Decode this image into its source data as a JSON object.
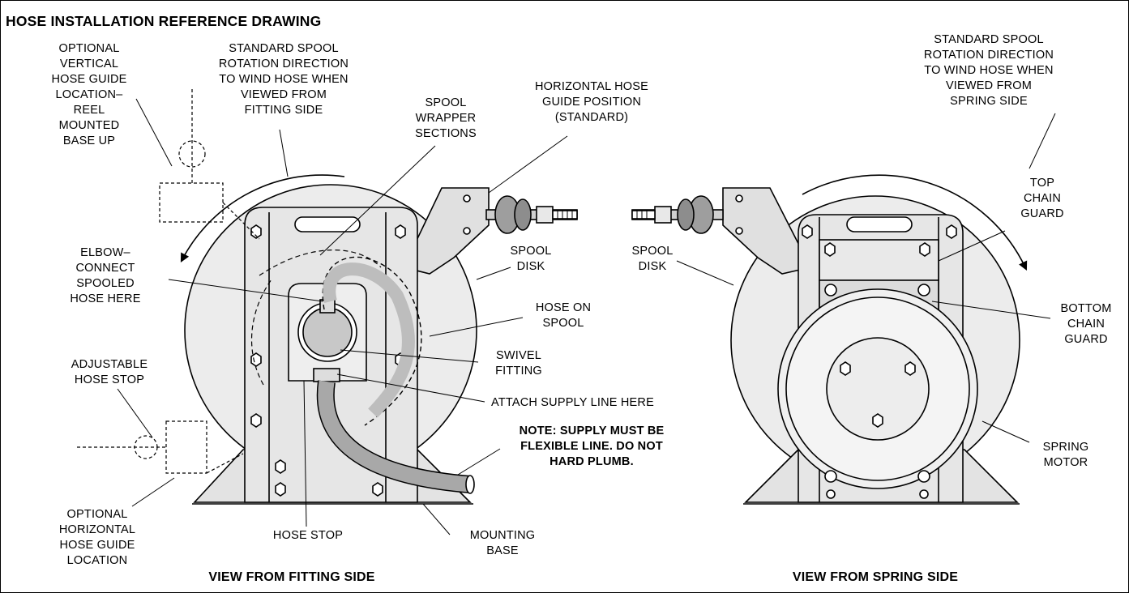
{
  "title": "HOSE INSTALLATION REFERENCE DRAWING",
  "colors": {
    "part_fill": "#e6e6e6",
    "hose_fill": "#bdbdbd",
    "line": "#000000"
  },
  "captions": {
    "fitting_side": "VIEW FROM FITTING SIDE",
    "spring_side": "VIEW FROM SPRING SIDE"
  },
  "labels": {
    "optional_vertical_guide": "OPTIONAL\nVERTICAL\nHOSE GUIDE\nLOCATION–\nREEL\nMOUNTED\nBASE UP",
    "rotation_fitting": "STANDARD SPOOL\nROTATION DIRECTION\nTO WIND HOSE WHEN\nVIEWED FROM\nFITTING SIDE",
    "spool_wrapper": "SPOOL\nWRAPPER\nSECTIONS",
    "horizontal_guide_std": "HORIZONTAL HOSE\nGUIDE POSITION\n(STANDARD)",
    "rotation_spring": "STANDARD SPOOL\nROTATION DIRECTION\nTO WIND HOSE WHEN\nVIEWED FROM\nSPRING SIDE",
    "top_chain_guard": "TOP\nCHAIN\nGUARD",
    "spool_disk_left": "SPOOL\nDISK",
    "spool_disk_right": "SPOOL\nDISK",
    "elbow_connect": "ELBOW–\nCONNECT\nSPOOLED\nHOSE HERE",
    "hose_on_spool": "HOSE ON\nSPOOL",
    "bottom_chain_guard": "BOTTOM\nCHAIN\nGUARD",
    "swivel_fitting": "SWIVEL\nFITTING",
    "adjustable_hose_stop": "ADJUSTABLE\nHOSE STOP",
    "attach_supply": "ATTACH SUPPLY LINE HERE",
    "note": "NOTE: SUPPLY MUST BE\nFLEXIBLE LINE.  DO NOT\nHARD PLUMB.",
    "spring_motor": "SPRING\nMOTOR",
    "optional_horizontal_guide": "OPTIONAL\nHORIZONTAL\nHOSE GUIDE\nLOCATION",
    "hose_stop": "HOSE STOP",
    "mounting_base": "MOUNTING\nBASE"
  }
}
